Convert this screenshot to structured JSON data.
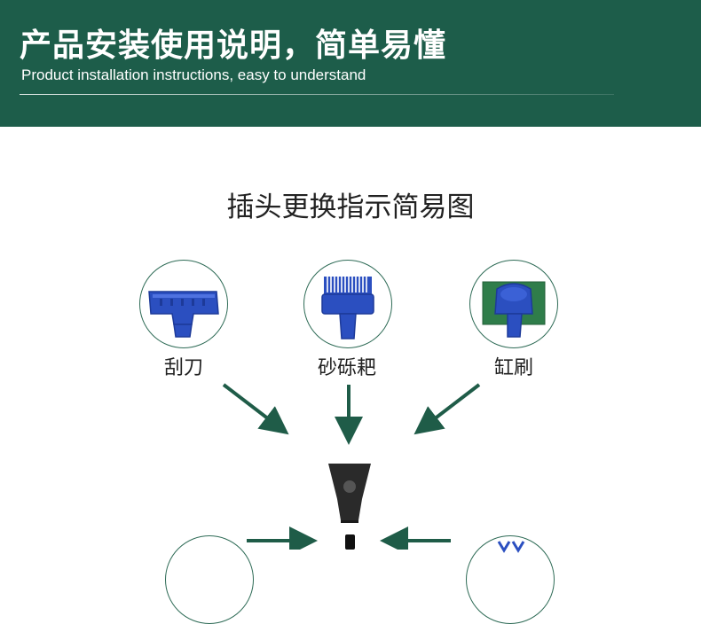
{
  "header": {
    "title_cn": "产品安装使用说明，简单易懂",
    "title_en": "Product installation instructions, easy to understand"
  },
  "diagram": {
    "title": "插头更换指示简易图",
    "items": [
      {
        "label": "刮刀",
        "icon": "scraper-blade-icon"
      },
      {
        "label": "砂砾耙",
        "icon": "gravel-rake-icon"
      },
      {
        "label": "缸刷",
        "icon": "tank-brush-icon"
      }
    ]
  },
  "colors": {
    "header_bg": "#1d5d4a",
    "arrow": "#1f5c48",
    "accessory_blue": "#2b4fc0",
    "pad_green": "#2f7d4a"
  }
}
